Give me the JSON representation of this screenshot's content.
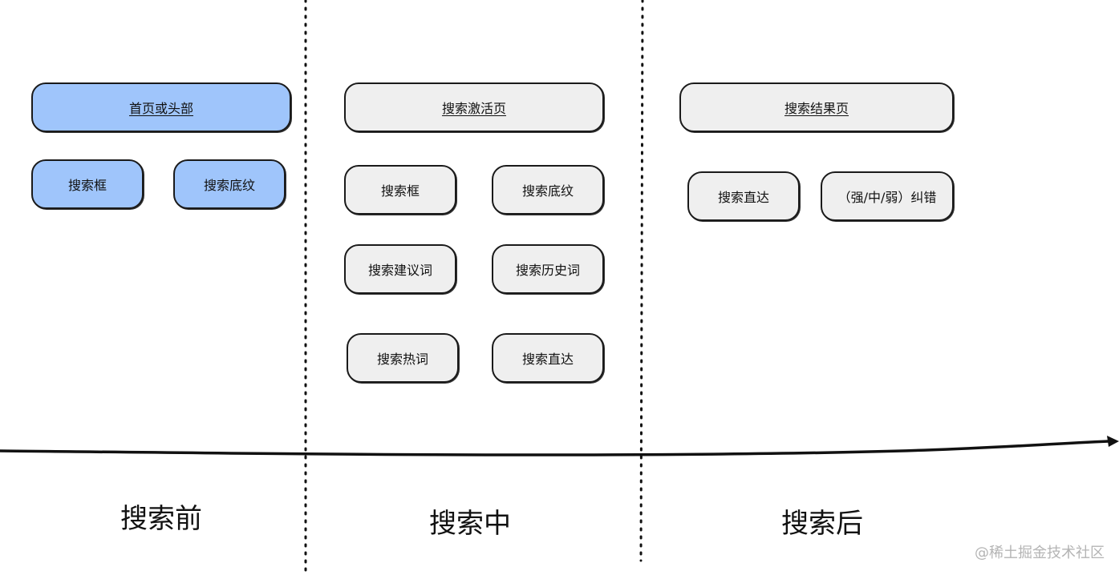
{
  "columns": {
    "before": {
      "header": "首页或头部",
      "items": [
        "搜索框",
        "搜索底纹"
      ],
      "phase_label": "搜索前"
    },
    "during": {
      "header": "搜索激活页",
      "items": [
        "搜索框",
        "搜索底纹",
        "搜索建议词",
        "搜索历史词",
        "搜索热词",
        "搜索直达"
      ],
      "phase_label": "搜索中"
    },
    "after": {
      "header": "搜索结果页",
      "items": [
        "搜索直达",
        "（强/中/弱）纠错"
      ],
      "phase_label": "搜索后"
    }
  },
  "watermark": "@稀土掘金技术社区",
  "colors": {
    "highlight_fill": "#9fc5fb",
    "neutral_fill": "#efefef",
    "stroke": "#1a1a1a"
  }
}
